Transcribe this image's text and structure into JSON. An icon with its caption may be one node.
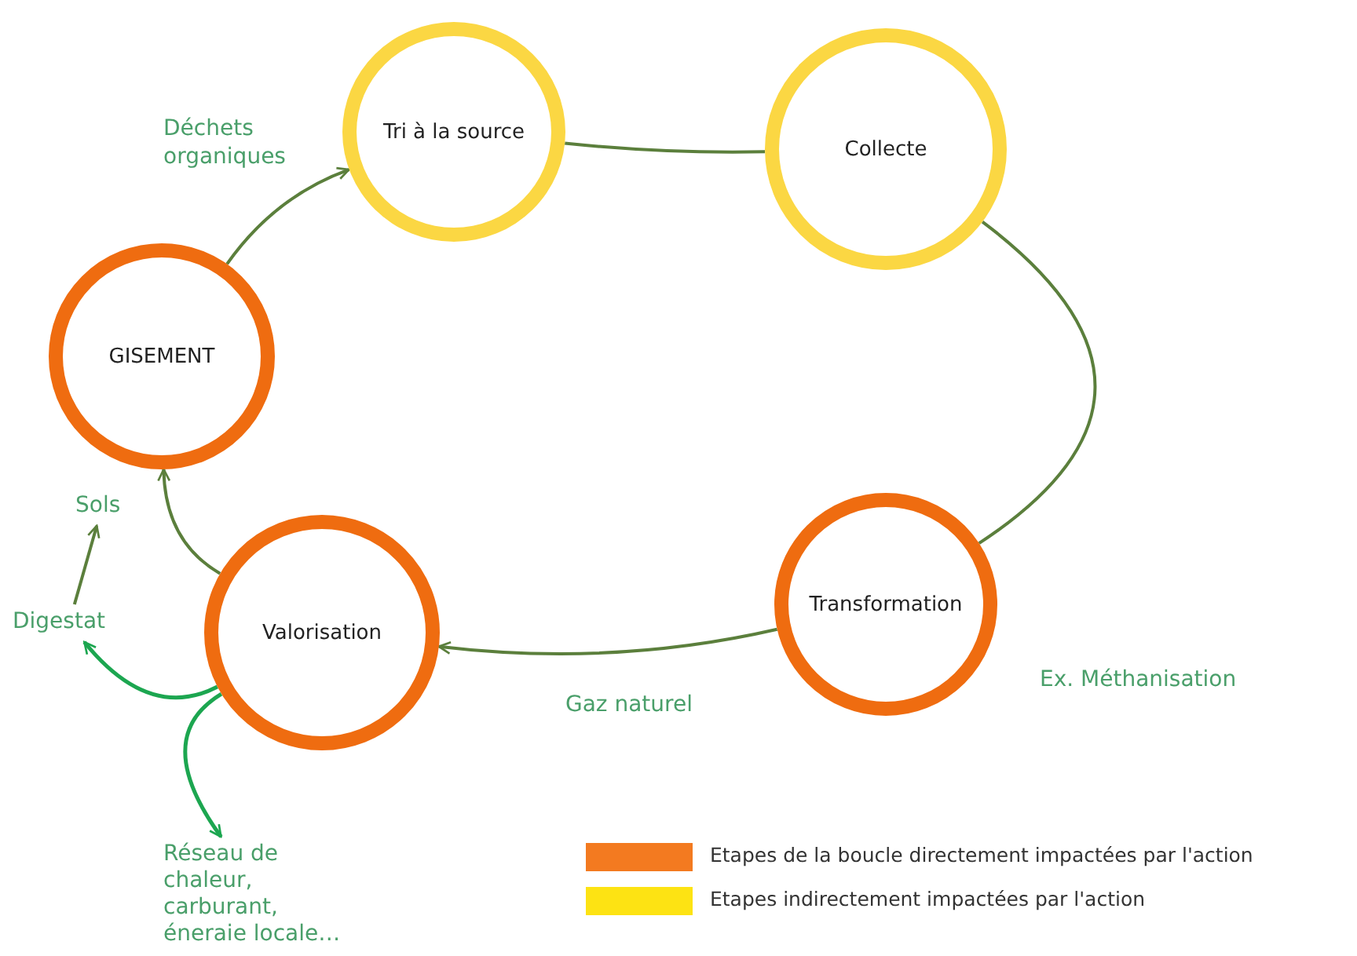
{
  "diagram": {
    "nodes": [
      {
        "text": [
          "GISEMENT"
        ]
      },
      {
        "text": [
          "Tri à la source"
        ]
      },
      {
        "text": [
          "Collecte"
        ]
      },
      {
        "text": [
          "Transformation"
        ],
        "beside": [
          "Ex. Méthanisation"
        ]
      },
      {
        "text": [
          "Valorisation"
        ]
      },
      {
        "text": [
          "Sols"
        ]
      },
      {
        "text": [
          "Digestat"
        ]
      },
      {
        "text": [
          "Réseau de chaleur, carburant, éneraie locale…"
        ]
      }
    ],
    "edges": [
      {
        "from": 0,
        "to": 1,
        "arrow": "to",
        "label": "Déchets organiques"
      },
      {
        "from": 1,
        "to": 2,
        "arrow": "none"
      },
      {
        "from": 2,
        "to": 3,
        "arrow": "none"
      },
      {
        "from": 3,
        "to": 4,
        "arrow": "to",
        "label": "Gaz naturel"
      },
      {
        "from": 4,
        "to": 0,
        "arrow": "to"
      },
      {
        "from": 6,
        "to": 5,
        "arrow": "to"
      },
      {
        "from": 4,
        "to": 6,
        "arrow": "to",
        "color": "#1ca650"
      },
      {
        "from": 4,
        "to": 7,
        "arrow": "to",
        "color": "#1ca650"
      }
    ],
    "legend": [
      {
        "text": "Etapes de la boucle directement impactées par l'action",
        "color": "#f37a20"
      },
      {
        "text": "Etapes indirectement impactées par l'action",
        "color": "#fde313"
      }
    ]
  }
}
